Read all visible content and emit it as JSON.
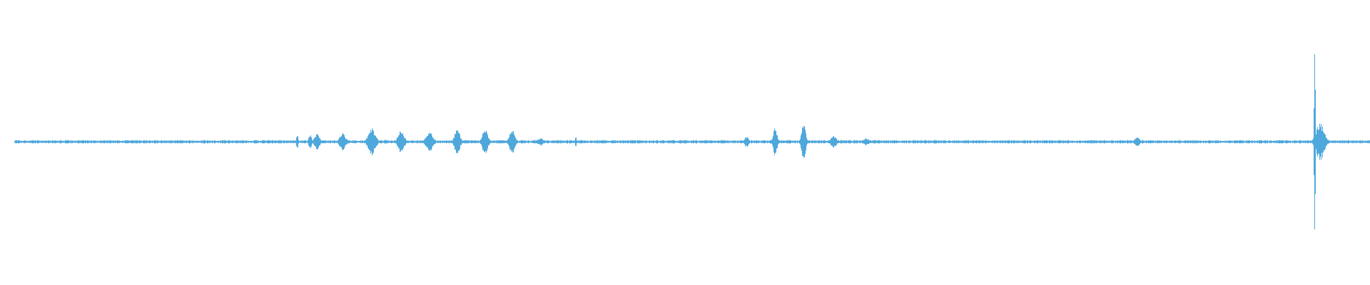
{
  "waveform": {
    "color": "#4ea8dc",
    "amplitude_scale": 1.0,
    "baseline_noise": 0.012,
    "bursts": [
      {
        "t": 0.2085,
        "amp": 0.06,
        "width": 0.0008
      },
      {
        "t": 0.218,
        "amp": 0.05,
        "width": 0.0015
      },
      {
        "t": 0.223,
        "amp": 0.06,
        "width": 0.0025
      },
      {
        "t": 0.242,
        "amp": 0.06,
        "width": 0.003
      },
      {
        "t": 0.2635,
        "amp": 0.1,
        "width": 0.0035
      },
      {
        "t": 0.285,
        "amp": 0.08,
        "width": 0.003
      },
      {
        "t": 0.306,
        "amp": 0.07,
        "width": 0.0035
      },
      {
        "t": 0.3265,
        "amp": 0.1,
        "width": 0.0025
      },
      {
        "t": 0.347,
        "amp": 0.11,
        "width": 0.0025
      },
      {
        "t": 0.367,
        "amp": 0.1,
        "width": 0.0025
      },
      {
        "t": 0.388,
        "amp": 0.03,
        "width": 0.0025
      },
      {
        "t": 0.414,
        "amp": 0.04,
        "width": 0.0006
      },
      {
        "t": 0.54,
        "amp": 0.04,
        "width": 0.002
      },
      {
        "t": 0.561,
        "amp": 0.11,
        "width": 0.0018
      },
      {
        "t": 0.582,
        "amp": 0.13,
        "width": 0.002
      },
      {
        "t": 0.604,
        "amp": 0.05,
        "width": 0.0025
      },
      {
        "t": 0.628,
        "amp": 0.025,
        "width": 0.003
      },
      {
        "t": 0.828,
        "amp": 0.04,
        "width": 0.0025
      },
      {
        "t": 0.959,
        "amp": 0.75,
        "width": 0.0006
      },
      {
        "t": 0.963,
        "amp": 0.14,
        "width": 0.004
      }
    ]
  }
}
